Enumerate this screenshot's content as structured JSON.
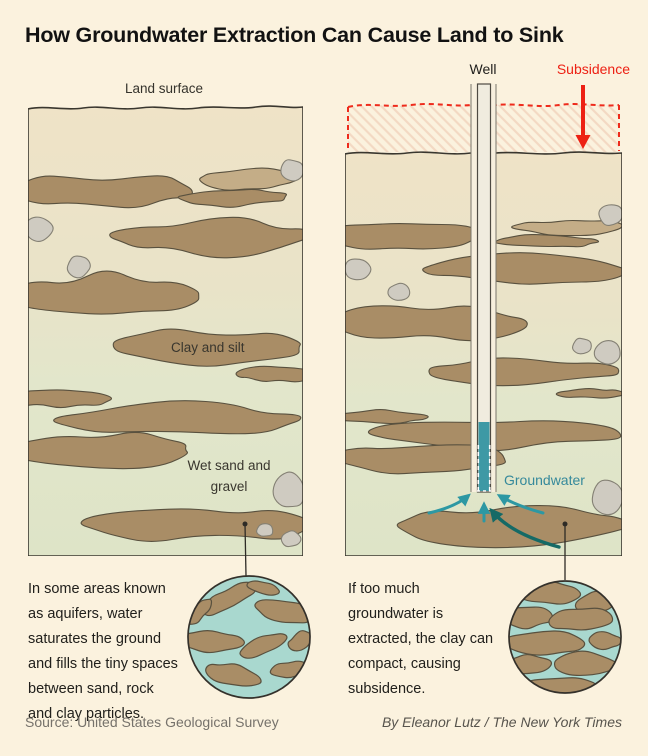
{
  "title": "How Groundwater Extraction Can Cause Land to Sink",
  "left_panel": {
    "surface_label": "Land surface",
    "clay_label": "Clay and silt",
    "sand_label_lines": [
      "Wet sand",
      "and gravel"
    ],
    "caption_lines": [
      "In some areas known",
      "as aquifers, water",
      "saturates the ground",
      "and fills the tiny spaces",
      "between sand, rock",
      "and clay particles."
    ]
  },
  "right_panel": {
    "well_label": "Well",
    "subsidence_label": "Subsidence",
    "groundwater_label": "Groundwater",
    "caption_lines": [
      "If too much",
      "groundwater is",
      "extracted, the clay can",
      "compact, causing",
      "subsidence."
    ]
  },
  "footer": {
    "source": "Source: United States Geological Survey",
    "byline": "By Eleanor Lutz / The New York Times"
  },
  "colors": {
    "background": "#FBF2DE",
    "soil_top": "#EFE3C7",
    "soil_mid": "#E9E3C8",
    "soil_green": "#E2E6CB",
    "soil_bottom": "#DEE4C7",
    "clay": "#A98D66",
    "clay_light": "#C4AD87",
    "rock": "#CFCBC1",
    "outline": "#3A372F",
    "lens_stroke": "#59513F",
    "rock_stroke": "#848074",
    "water": "#3E99A5",
    "water_light": "#A9D8CF",
    "arrow_teal": "#2D98A3",
    "arrow_dark_teal": "#156A66",
    "subsidence_red": "#ED2114",
    "hatch_pink": "#F3D9C3",
    "text": "#21201C",
    "muted": "#76726B"
  }
}
